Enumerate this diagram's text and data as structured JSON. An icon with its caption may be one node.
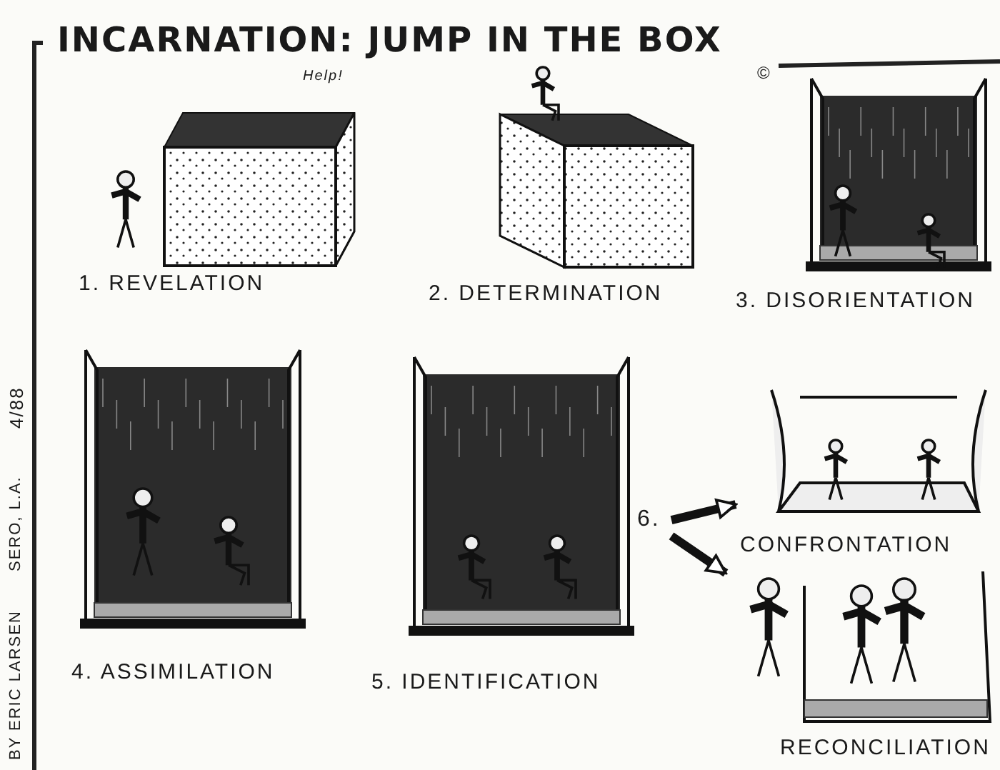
{
  "diagram": {
    "title": "INCARNATION: JUMP IN THE BOX",
    "nodes": [
      {
        "text": [
          "1. REVELATION"
        ]
      },
      {
        "text": [
          "2. DETERMINATION"
        ]
      },
      {
        "text": [
          "3. DISORIENTATION"
        ]
      },
      {
        "text": [
          "4. ASSIMILATION"
        ]
      },
      {
        "text": [
          "5. IDENTIFICATION"
        ]
      },
      {
        "text": [
          "6."
        ]
      },
      {
        "text": [
          "CONFRONTATION"
        ]
      },
      {
        "text": [
          "RECONCILIATION"
        ]
      }
    ],
    "edges": [
      {
        "from": 5,
        "to": 6,
        "arrow": "to"
      },
      {
        "from": 5,
        "to": 7,
        "arrow": "to"
      }
    ],
    "labels": [
      "Help!",
      "©",
      "4/88",
      "SERO, L.A.",
      "BY ERIC LARSEN"
    ]
  }
}
